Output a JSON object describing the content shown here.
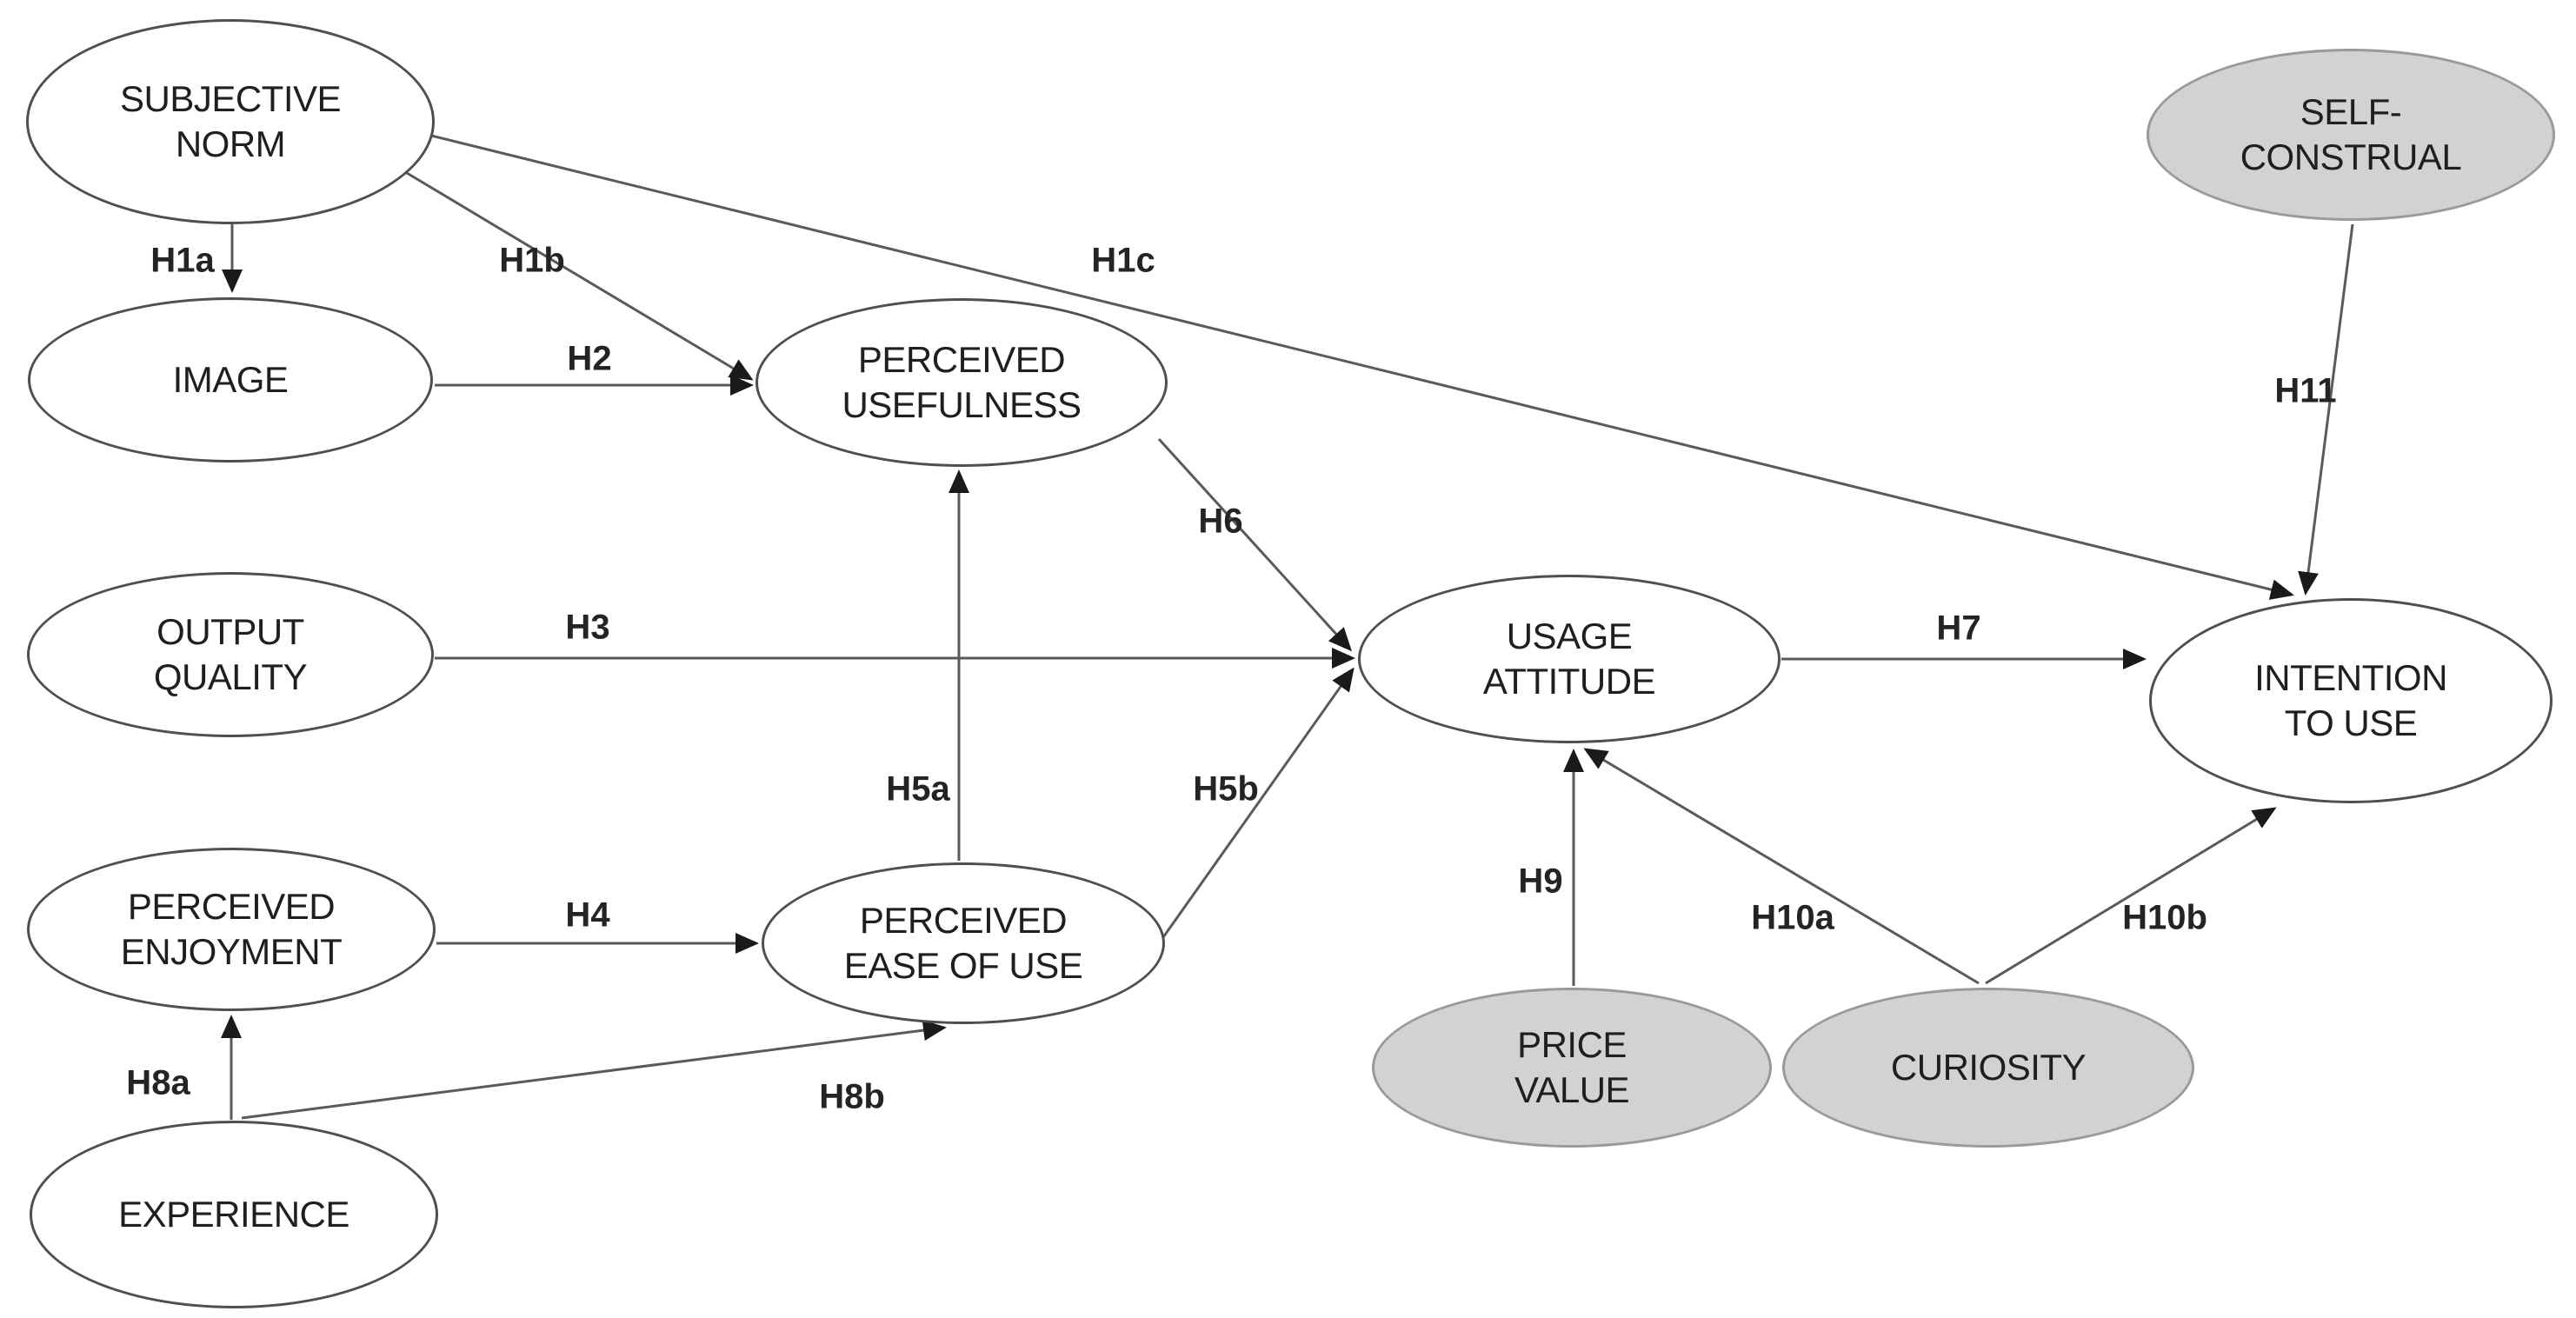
{
  "diagram": {
    "nodes": {
      "subjective_norm": {
        "label": "SUBJECTIVE\nNORM",
        "shaded": false
      },
      "image": {
        "label": "IMAGE",
        "shaded": false
      },
      "perceived_usefulness": {
        "label": "PERCEIVED\nUSEFULNESS",
        "shaded": false
      },
      "output_quality": {
        "label": "OUTPUT\nQUALITY",
        "shaded": false
      },
      "perceived_enjoyment": {
        "label": "PERCEIVED\nENJOYMENT",
        "shaded": false
      },
      "experience": {
        "label": "EXPERIENCE",
        "shaded": false
      },
      "perceived_ease_of_use": {
        "label": "PERCEIVED\nEASE OF USE",
        "shaded": false
      },
      "usage_attitude": {
        "label": "USAGE\nATTITUDE",
        "shaded": false
      },
      "intention_to_use": {
        "label": "INTENTION\nTO USE",
        "shaded": false
      },
      "self_construal": {
        "label": "SELF-\nCONSTRUAL",
        "shaded": true
      },
      "price_value": {
        "label": "PRICE\nVALUE",
        "shaded": true
      },
      "curiosity": {
        "label": "CURIOSITY",
        "shaded": true
      }
    },
    "edges": {
      "h1a": {
        "label": "H1a",
        "from": "subjective_norm",
        "to": "image"
      },
      "h1b": {
        "label": "H1b",
        "from": "subjective_norm",
        "to": "perceived_usefulness"
      },
      "h1c": {
        "label": "H1c",
        "from": "subjective_norm",
        "to": "intention_to_use"
      },
      "h2": {
        "label": "H2",
        "from": "image",
        "to": "perceived_usefulness"
      },
      "h3": {
        "label": "H3",
        "from": "output_quality",
        "to": "usage_attitude"
      },
      "h4": {
        "label": "H4",
        "from": "perceived_enjoyment",
        "to": "perceived_ease_of_use"
      },
      "h5a": {
        "label": "H5a",
        "from": "perceived_ease_of_use",
        "to": "perceived_usefulness"
      },
      "h5b": {
        "label": "H5b",
        "from": "perceived_ease_of_use",
        "to": "usage_attitude"
      },
      "h6": {
        "label": "H6",
        "from": "perceived_usefulness",
        "to": "usage_attitude"
      },
      "h7": {
        "label": "H7",
        "from": "usage_attitude",
        "to": "intention_to_use"
      },
      "h8a": {
        "label": "H8a",
        "from": "experience",
        "to": "perceived_enjoyment"
      },
      "h8b": {
        "label": "H8b",
        "from": "experience",
        "to": "perceived_ease_of_use"
      },
      "h9": {
        "label": "H9",
        "from": "price_value",
        "to": "usage_attitude"
      },
      "h10a": {
        "label": "H10a",
        "from": "curiosity",
        "to": "usage_attitude"
      },
      "h10b": {
        "label": "H10b",
        "from": "curiosity",
        "to": "intention_to_use"
      },
      "h11": {
        "label": "H11",
        "from": "self_construal",
        "to": "intention_to_use"
      }
    },
    "colors": {
      "background": "#ffffff",
      "node_fill": "#ffffff",
      "node_stroke": "#4f4f4f",
      "shaded_node_fill": "#d2d2d2",
      "shaded_node_stroke": "#9a9a9a",
      "line": "#5a5a5a",
      "arrowhead": "#1a1a1a",
      "text": "#1f1f1f",
      "label_text": "#242424"
    }
  }
}
